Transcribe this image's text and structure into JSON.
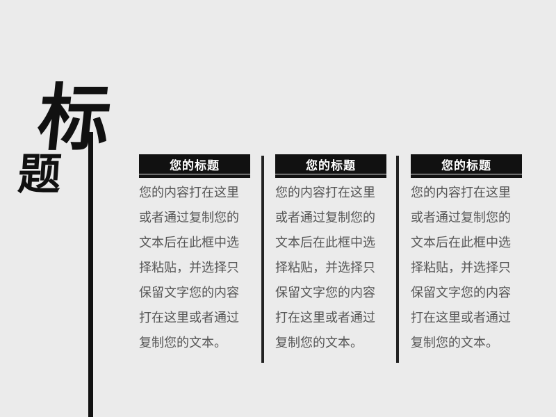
{
  "title": {
    "char1": "标",
    "char2": "题"
  },
  "columns": [
    {
      "heading": "您的标题",
      "body": "您的内容打在这里\n或者通过复制您的\n文本后在此框中选\n择粘贴，并选择只\n保留文字您的内容\n打在这里或者通过\n复制您的文本。"
    },
    {
      "heading": "您的标题",
      "body": "您的内容打在这里\n或者通过复制您的\n文本后在此框中选\n择粘贴，并选择只\n保留文字您的内容\n打在这里或者通过\n复制您的文本。"
    },
    {
      "heading": "您的标题",
      "body": "您的内容打在这里\n或者通过复制您的\n文本后在此框中选\n择粘贴，并选择只\n保留文字您的内容\n打在这里或者通过\n复制您的文本。"
    }
  ],
  "colors": {
    "background": "#ebebeb",
    "heading_bg": "#111111",
    "heading_text": "#ffffff",
    "body_text": "#555555"
  }
}
